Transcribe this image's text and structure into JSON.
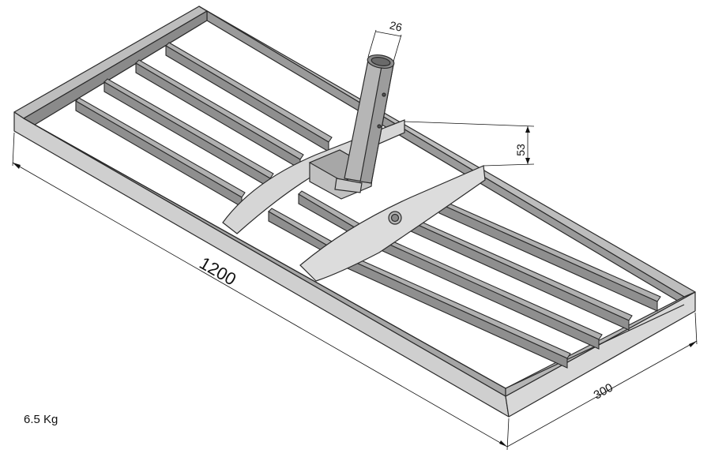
{
  "dimensions": {
    "length": "1200",
    "width": "300",
    "handle_diameter": "26",
    "bracket_height": "53"
  },
  "weight": "6.5 Kg",
  "colors": {
    "steel_light": "#c9c9c9",
    "steel_mid": "#a8a8a8",
    "steel_dark": "#7e7e7e",
    "edge": "#2a2a2a"
  }
}
